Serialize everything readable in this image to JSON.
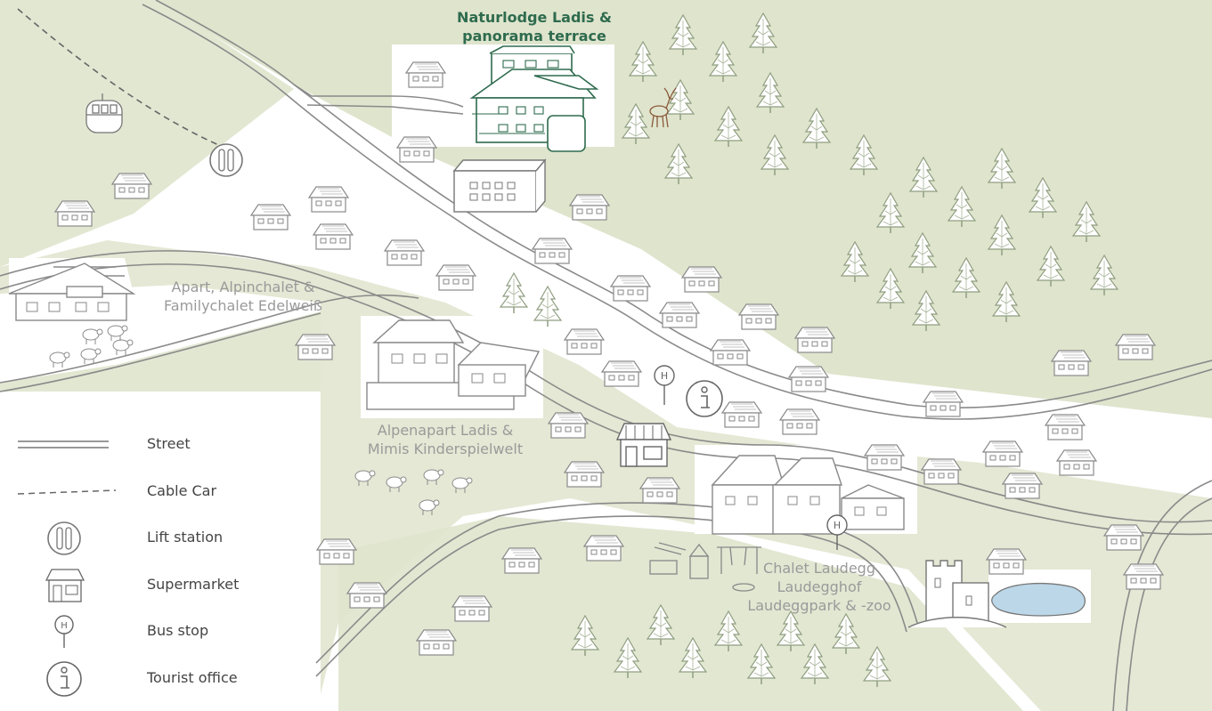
{
  "labels": {
    "naturlodge": [
      "Naturlodge Ladis &",
      "panorama terrace"
    ],
    "apart": [
      "Apart, Alpinchalet &",
      "Familychalet Edelweiß"
    ],
    "alpenapart": [
      "Alpenapart Ladis &",
      "Mimis Kinderspielwelt"
    ],
    "chalet": [
      "Chalet Laudegg",
      "Laudegghof",
      "Laudeggpark & -zoo"
    ]
  },
  "legend": [
    {
      "icon": "street-icon",
      "label": "Street"
    },
    {
      "icon": "cable-car-icon",
      "label": "Cable Car"
    },
    {
      "icon": "lift-station-icon",
      "label": "Lift station"
    },
    {
      "icon": "supermarket-icon",
      "label": "Supermarket"
    },
    {
      "icon": "bus-stop-icon",
      "label": "Bus stop"
    },
    {
      "icon": "tourist-office-icon",
      "label": "Tourist office"
    }
  ],
  "colors": {
    "highlight": "#2e6b4e",
    "vegetation": "#dfe4cd",
    "tree": "#8f9e80",
    "line": "#8a8a8a",
    "lake": "#bcd7e8"
  }
}
